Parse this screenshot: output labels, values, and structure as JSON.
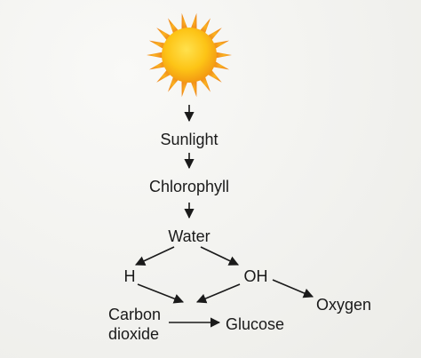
{
  "diagram": {
    "nodes": {
      "sunlight": "Sunlight",
      "chlorophyll": "Chlorophyll",
      "water": "Water",
      "h": "H",
      "oh": "OH",
      "carbon_line1": "Carbon",
      "carbon_line2": "dioxide",
      "glucose": "Glucose",
      "oxygen": "Oxygen"
    },
    "icon": "sun-icon",
    "colors": {
      "sun_core": "#fdb813",
      "sun_rays": "#f7a51c",
      "text": "#1a1a1a",
      "background": "#f4f4f2"
    }
  }
}
